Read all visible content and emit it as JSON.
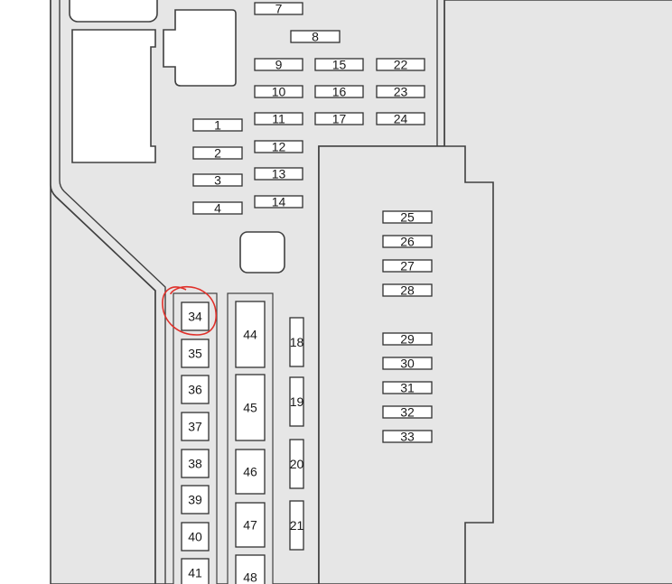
{
  "diagram": {
    "highlight_color": "#e0302a",
    "highlighted_fuse": "34",
    "fuses": [
      {
        "label": "7",
        "kind": "mini"
      },
      {
        "label": "8",
        "kind": "mini"
      },
      {
        "label": "9",
        "kind": "mini"
      },
      {
        "label": "10",
        "kind": "mini"
      },
      {
        "label": "11",
        "kind": "mini"
      },
      {
        "label": "12",
        "kind": "mini"
      },
      {
        "label": "13",
        "kind": "mini"
      },
      {
        "label": "14",
        "kind": "mini"
      },
      {
        "label": "15",
        "kind": "mini"
      },
      {
        "label": "16",
        "kind": "mini"
      },
      {
        "label": "17",
        "kind": "mini"
      },
      {
        "label": "22",
        "kind": "mini"
      },
      {
        "label": "23",
        "kind": "mini"
      },
      {
        "label": "24",
        "kind": "mini"
      },
      {
        "label": "1",
        "kind": "mini"
      },
      {
        "label": "2",
        "kind": "mini"
      },
      {
        "label": "3",
        "kind": "mini"
      },
      {
        "label": "4",
        "kind": "mini"
      },
      {
        "label": "25",
        "kind": "mini"
      },
      {
        "label": "26",
        "kind": "mini"
      },
      {
        "label": "27",
        "kind": "mini"
      },
      {
        "label": "28",
        "kind": "mini"
      },
      {
        "label": "29",
        "kind": "mini"
      },
      {
        "label": "30",
        "kind": "mini"
      },
      {
        "label": "31",
        "kind": "mini"
      },
      {
        "label": "32",
        "kind": "mini"
      },
      {
        "label": "33",
        "kind": "mini"
      },
      {
        "label": "18",
        "kind": "vertical"
      },
      {
        "label": "19",
        "kind": "vertical"
      },
      {
        "label": "20",
        "kind": "vertical"
      },
      {
        "label": "21",
        "kind": "vertical"
      },
      {
        "label": "34",
        "kind": "square"
      },
      {
        "label": "35",
        "kind": "square"
      },
      {
        "label": "36",
        "kind": "square"
      },
      {
        "label": "37",
        "kind": "square"
      },
      {
        "label": "38",
        "kind": "square"
      },
      {
        "label": "39",
        "kind": "square"
      },
      {
        "label": "40",
        "kind": "square"
      },
      {
        "label": "41",
        "kind": "square"
      },
      {
        "label": "44",
        "kind": "relay"
      },
      {
        "label": "45",
        "kind": "relay"
      },
      {
        "label": "46",
        "kind": "relay"
      },
      {
        "label": "47",
        "kind": "relay"
      },
      {
        "label": "48",
        "kind": "relay"
      }
    ]
  }
}
